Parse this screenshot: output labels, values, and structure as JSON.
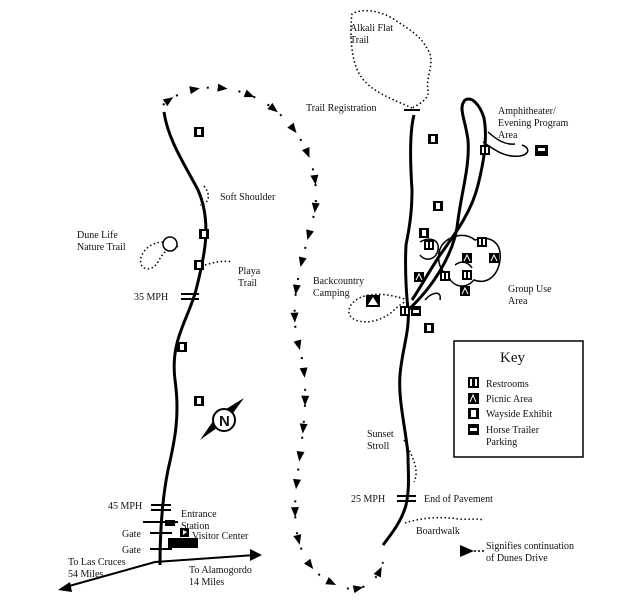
{
  "map": {
    "labels": {
      "alkali_flat_trail_line1": "Alkali Flat",
      "alkali_flat_trail_line2": "Trail",
      "trail_registration": "Trail Registration",
      "amphitheater_line1": "Amphitheater/",
      "amphitheater_line2": "Evening Program",
      "amphitheater_line3": "Area",
      "soft_shoulder": "Soft Shoulder",
      "dune_life_line1": "Dune Life",
      "dune_life_line2": "Nature Trail",
      "playa_line1": "Playa",
      "playa_line2": "Trail",
      "speed_35": "35 MPH",
      "backcountry_line1": "Backcountry",
      "backcountry_line2": "Camping",
      "group_use_line1": "Group Use",
      "group_use_line2": "Area",
      "sunset_line1": "Sunset",
      "sunset_line2": "Stroll",
      "speed_25": "25 MPH",
      "end_of_pavement": "End of Pavement",
      "boardwalk": "Boardwalk",
      "speed_45": "45 MPH",
      "entrance_line1": "Entrance",
      "entrance_line2": "Station",
      "visitor_center": "Visitor Center",
      "gate_upper": "Gate",
      "gate_lower": "Gate",
      "las_cruces_line1": "To Las Cruces",
      "las_cruces_line2": "54 Miles",
      "alamogordo_line1": "To Alamogordo",
      "alamogordo_line2": "14 Miles",
      "compass_n": "N"
    },
    "key": {
      "title": "Key",
      "items": [
        {
          "label": "Restrooms",
          "icon": "restroom-icon"
        },
        {
          "label": "Picnic Area",
          "icon": "picnic-icon"
        },
        {
          "label": "Wayside Exhibit",
          "icon": "wayside-exhibit-icon"
        },
        {
          "label_line1": "Horse Trailer",
          "label_line2": "Parking",
          "icon": "horse-trailer-icon"
        }
      ]
    },
    "continuation_note": {
      "line1": "Signifies continuation",
      "line2": "of Dunes Drive"
    }
  }
}
